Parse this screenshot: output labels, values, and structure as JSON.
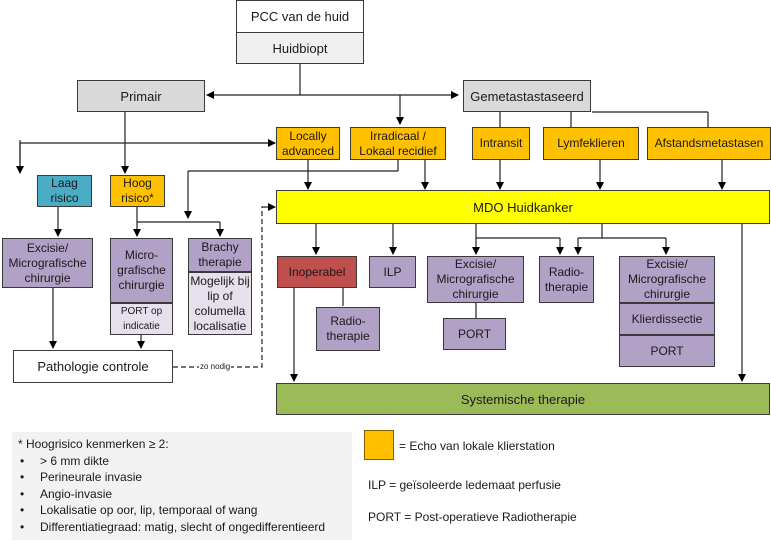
{
  "nodes": {
    "pcc": "PCC van de huid",
    "huidbiopt": "Huidbiopt",
    "primair": "Primair",
    "gemetastaseerd": "Gemetastastaseerd",
    "locally_advanced": "Locally advanced",
    "irradicaal": "Irradicaal / Lokaal recidief",
    "intransit": "Intransit",
    "lymfeklieren": "Lymfeklieren",
    "afstandsmetastasen": "Afstandsmetastasen",
    "laag_risico": "Laag risico",
    "hoog_risico": "Hoog risico*",
    "mdo": "MDO Huidkanker",
    "excisie_left": "Excisie/ Micrografische chirurgie",
    "micrografische": "Micro-grafische chirurgie",
    "port_op_indicatie": "PORT op indicatie",
    "brachy": "Brachy therapie",
    "brachy_note": "Mogelijk bij lip of columella localisatie",
    "pathologie": "Pathologie controle",
    "zo_nodig": "zo nodig",
    "inoperabel": "Inoperabel",
    "ilp": "ILP",
    "excisie_mid": "Excisie/ Micrografische chirurgie",
    "radiotherapie_mid": "Radio-therapie",
    "excisie_right": "Excisie/ Micrografische chirurgie",
    "klierdissectie": "Klierdissectie",
    "port_right": "PORT",
    "radiotherapie_inop": "Radio-therapie",
    "port_mid": "PORT",
    "systemische": "Systemische therapie"
  },
  "legend": {
    "heading": "* Hoogrisico kenmerken ≥ 2:",
    "items": [
      "> 6 mm dikte",
      "Perineurale invasie",
      "Angio-invasie",
      "Lokalisatie op oor, lip, temporaal of wang",
      "Differentiatiegraad: matig, slecht of ongedifferentieerd"
    ],
    "swatch_label": "= Echo van lokale klierstation",
    "ilp": "ILP = geïsoleerde ledemaat perfusie",
    "port": "PORT = Post-operatieve Radiotherapie"
  },
  "colors": {
    "orange": "#ffc000",
    "teal": "#4bacc6",
    "yellow": "#ffff00",
    "purple": "#b2a1c7",
    "red": "#c0504d",
    "green": "#9bbb59",
    "grey": "#d9d9d9"
  }
}
